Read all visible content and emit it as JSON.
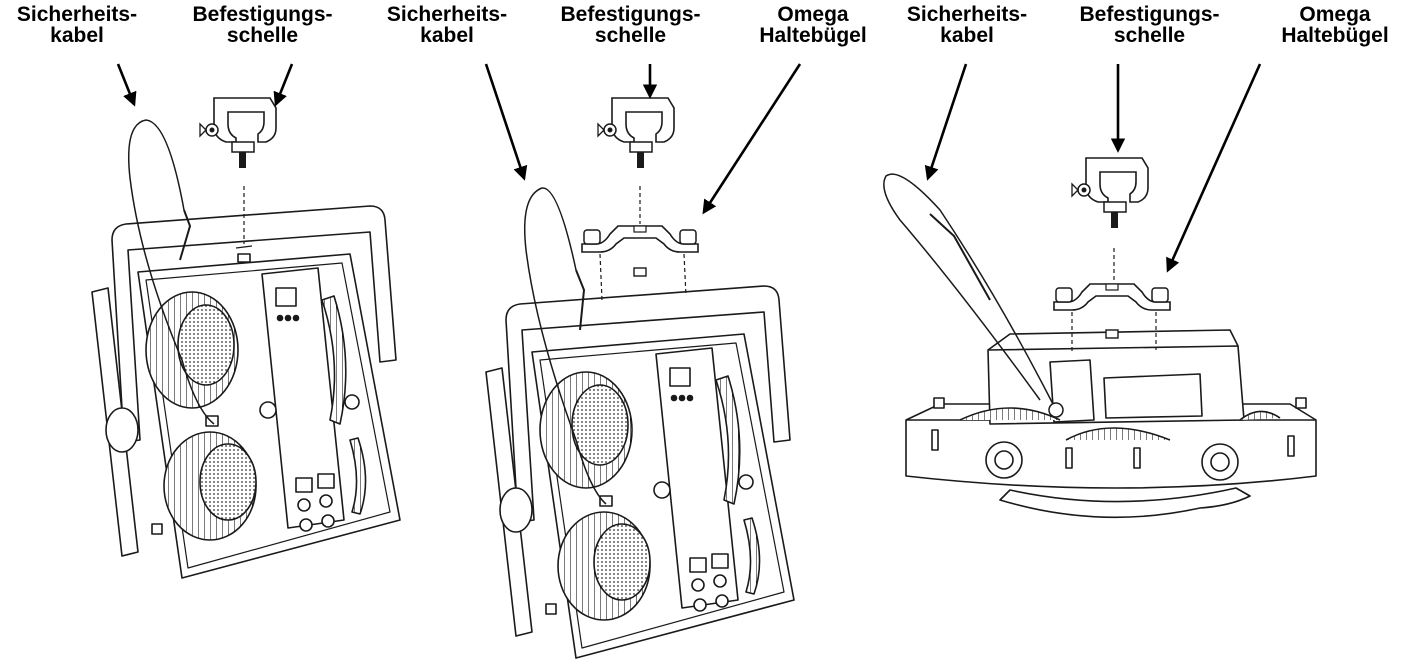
{
  "colors": {
    "line": "#1a1a1a",
    "background": "#ffffff",
    "label": "#000000"
  },
  "panels": [
    {
      "orientation": "vertical-mount",
      "labels": {
        "cable": {
          "line1": "Sicherheits-",
          "line2": "kabel"
        },
        "clamp": {
          "line1": "Befestigungs-",
          "line2": "schelle"
        }
      }
    },
    {
      "orientation": "vertical-mount-with-omega",
      "labels": {
        "cable": {
          "line1": "Sicherheits-",
          "line2": "kabel"
        },
        "clamp": {
          "line1": "Befestigungs-",
          "line2": "schelle"
        },
        "omega": {
          "line1": "Omega",
          "line2": "Haltebügel"
        }
      }
    },
    {
      "orientation": "horizontal-mount-with-omega",
      "labels": {
        "cable": {
          "line1": "Sicherheits-",
          "line2": "kabel"
        },
        "clamp": {
          "line1": "Befestigungs-",
          "line2": "schelle"
        },
        "omega": {
          "line1": "Omega",
          "line2": "Haltebügel"
        }
      }
    }
  ]
}
